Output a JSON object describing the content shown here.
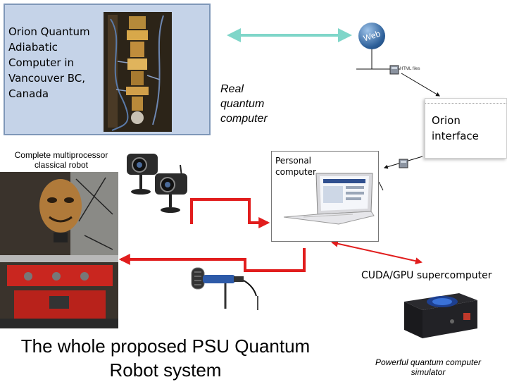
{
  "quantum": {
    "text": "Orion Quantum Adiabatic Computer in Vancouver BC, Canada"
  },
  "real_quantum": {
    "label": "Real quantum computer"
  },
  "robot": {
    "label": "Complete multiprocessor classical robot"
  },
  "web": {
    "label": "Web",
    "file_label": "HTML files"
  },
  "orion": {
    "label": "Orion interface"
  },
  "pc": {
    "label": "Personal computer"
  },
  "cuda": {
    "label": "CUDA/GPU supercomputer",
    "caption": "Powerful quantum computer simulator"
  },
  "title": {
    "text": "The whole proposed PSU Quantum Robot system"
  },
  "colors": {
    "arrow_red": "#e11d1d",
    "arrow_teal": "#7fd6c9",
    "panel_blue": "#c5d3e8"
  },
  "icons": [
    "web-globe-icon",
    "server-icon",
    "webcam-icon",
    "microphone-icon",
    "laptop-icon",
    "gpu-icon"
  ]
}
